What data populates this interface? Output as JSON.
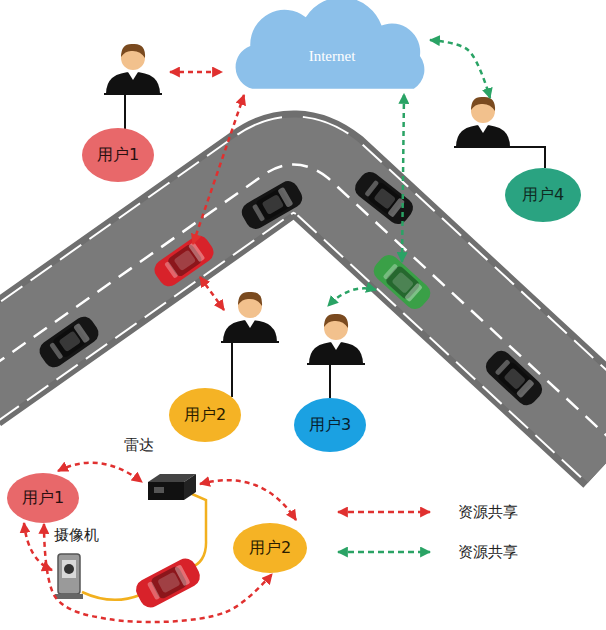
{
  "diagram": {
    "nodes": [
      {
        "text": [
          "Internet"
        ]
      },
      {
        "text": [
          "用户1"
        ]
      },
      {
        "text": [
          "用户4"
        ]
      },
      {
        "text": [
          "用户2"
        ]
      },
      {
        "text": [
          "用户3"
        ]
      },
      {
        "text": [
          "用户1"
        ]
      },
      {
        "text": [
          "用户2"
        ]
      }
    ],
    "edges": [
      {
        "from": 1,
        "to": 0,
        "arrow": "both"
      },
      {
        "from": 0,
        "to": 2,
        "arrow": "both"
      },
      {
        "from": 5,
        "to": 6,
        "arrow": "both"
      }
    ],
    "labels": [
      "雷达",
      "摄像机"
    ],
    "legend": [
      {
        "text": "资源共享"
      },
      {
        "text": "资源共享"
      }
    ]
  }
}
